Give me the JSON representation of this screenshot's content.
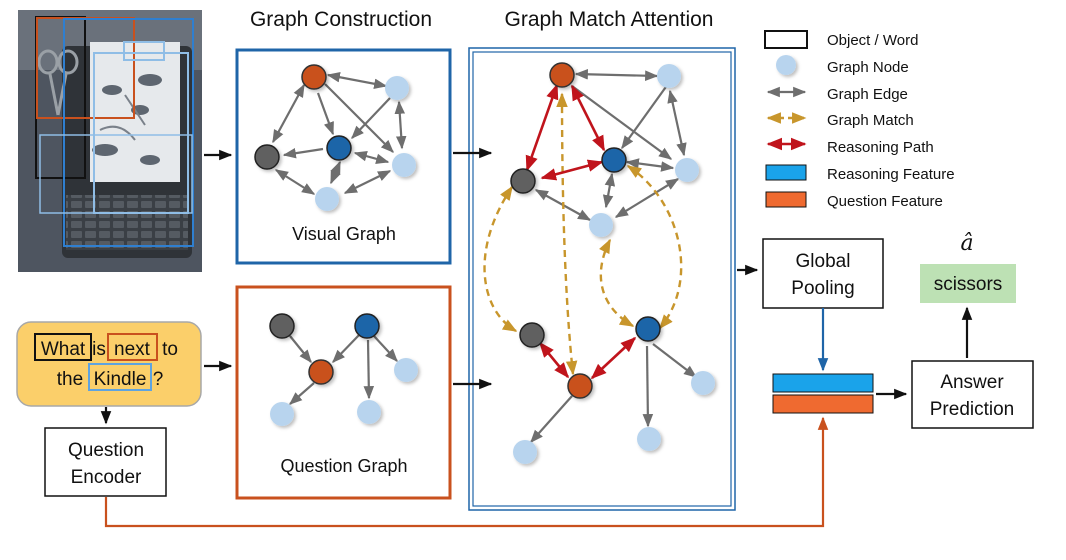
{
  "titles": {
    "graph_construction": "Graph Construction",
    "graph_match_attention": "Graph Match Attention"
  },
  "legend": {
    "object_word": "Object / Word",
    "graph_node": "Graph Node",
    "graph_edge": "Graph Edge",
    "graph_match": "Graph Match",
    "reasoning_path": "Reasoning Path",
    "reasoning_feature": "Reasoning Feature",
    "question_feature": "Question Feature"
  },
  "question": {
    "w1": "What",
    "w2": "is",
    "w3": "next",
    "w4": "to",
    "w5": "the",
    "w6": "Kindle",
    "w7": "?"
  },
  "labels": {
    "visual_graph": "Visual Graph",
    "question_graph": "Question Graph",
    "question_encoder_1": "Question",
    "question_encoder_2": "Encoder",
    "global_pooling_1": "Global",
    "global_pooling_2": "Pooling",
    "answer_prediction_1": "Answer",
    "answer_prediction_2": "Prediction",
    "answer_symbol": "â",
    "answer": "scissors"
  },
  "colors": {
    "orange_node": "#c9511e",
    "blue_node": "#1f65a8",
    "gray_node": "#606060",
    "light_node": "#b8d4ee",
    "edge_gray": "#6e6e6e",
    "match_gold": "#c8962c",
    "path_red": "#c0141c",
    "reasoning_feature": "#1aa3ea",
    "question_feature": "#ef6a30",
    "visual_box_border": "#1f65a8",
    "question_box_border": "#c9511e",
    "question_bubble": "#fbcf6a",
    "answer_bg": "#bde1b4"
  }
}
